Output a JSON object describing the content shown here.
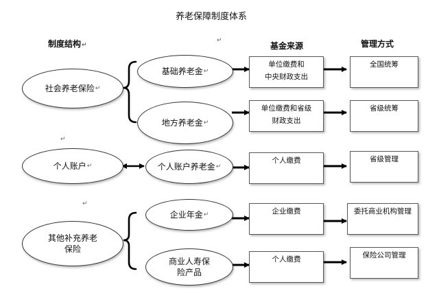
{
  "title": "养老保障制度体系",
  "headers": {
    "structure": "制度结构",
    "source": "基金来源",
    "management": "管理方式"
  },
  "return_mark": "↵",
  "groups": {
    "social": {
      "label": "社会养老保险",
      "funds": [
        {
          "name": "基础养老金",
          "source_lines": [
            "单位缴费和",
            "中央财政支出"
          ],
          "management": "全国统筹"
        },
        {
          "name": "地方养老金",
          "source_lines": [
            "单位缴费和省级",
            "财政支出"
          ],
          "management": "省级统筹"
        }
      ]
    },
    "personal": {
      "label": "个人账户",
      "fund": {
        "name": "个人账户养老金",
        "source": "个人缴费",
        "management": "省级管理"
      }
    },
    "supplement": {
      "label_lines": [
        "其他补充养老",
        "保险"
      ],
      "funds": [
        {
          "name": "企业年金",
          "source": "企业缴费",
          "management": "委托商业机构管理"
        },
        {
          "name_lines": [
            "商业人寿保",
            "险产品"
          ],
          "source": "个人缴费",
          "management": "保险公司管理"
        }
      ]
    }
  }
}
